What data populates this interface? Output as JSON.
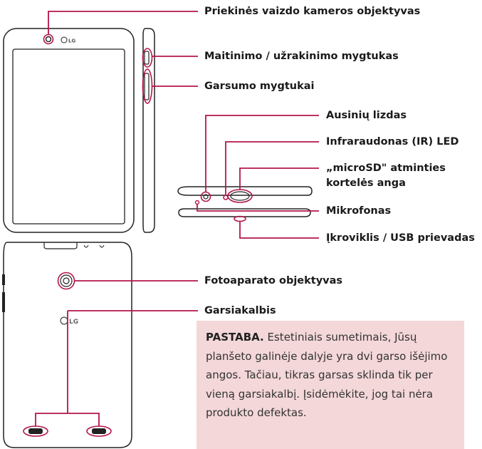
{
  "callouts": {
    "front_camera": "Priekinės vaizdo kameros objektyvas",
    "power_lock": "Maitinimo / užrakinimo mygtukas",
    "volume": "Garsumo mygtukai",
    "headset": "Ausinių lizdas",
    "ir_led": "Infraraudonas (IR) LED",
    "microsd_line1": "„microSD\" atminties",
    "microsd_line2": "kortelės anga",
    "microphone": "Mikrofonas",
    "charger_usb": "Įkroviklis / USB prievadas",
    "rear_camera": "Fotoaparato objektyvas",
    "speaker": "Garsiakalbis"
  },
  "logos": {
    "front": "LG",
    "back": "LG"
  },
  "note": {
    "heading": "PASTABA.",
    "body": "Estetiniais sumetimais, Jūsų planšeto galinėje dalyje yra dvi garso išėjimo angos. Tačiau, tikras garsas sklinda tik per vieną garsiakalbį. Įsidėmėkite, jog tai nėra produkto defektas."
  },
  "colors": {
    "callout_line": "#b4154c",
    "device_outline": "#222222",
    "note_background": "#f4d7d9"
  }
}
